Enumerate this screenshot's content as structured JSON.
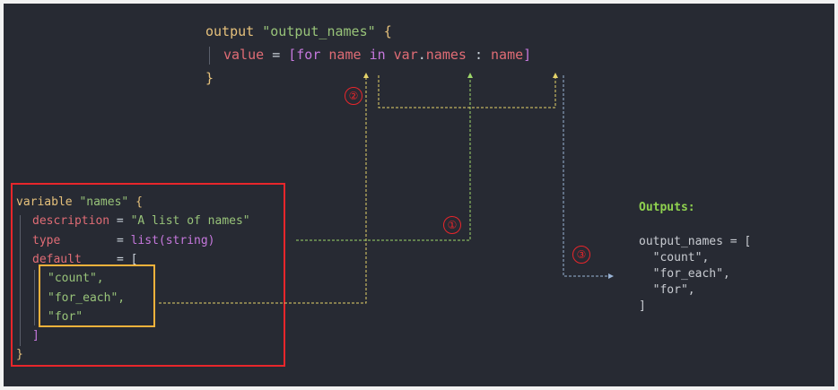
{
  "output_block": {
    "keyword": "output",
    "name": "\"output_names\"",
    "open_brace": "{",
    "value_key": "value",
    "value_eq": "=",
    "value_open": "[",
    "for_kw": "for",
    "iter_name": "name",
    "in_kw": "in",
    "var_ref": "var",
    "dot": ".",
    "var_attr": "names",
    "colon": ":",
    "result_name": "name",
    "value_close": "]",
    "close_brace": "}"
  },
  "variable_block": {
    "keyword": "variable",
    "name": "\"names\"",
    "open_brace": "{",
    "description_key": "description",
    "description_eq": "=",
    "description_value": "\"A list of names\"",
    "type_key": "type",
    "type_eq": "=",
    "type_value": "list(string)",
    "default_key": "default",
    "default_eq": "= [",
    "items": [
      "\"count\",",
      "\"for_each\",",
      "\"for\""
    ],
    "list_close": "]",
    "close_brace": "}"
  },
  "markers": {
    "one": "①",
    "two": "②",
    "three": "③"
  },
  "outputs_panel": {
    "title": "Outputs:",
    "lines": [
      "output_names = [",
      "  \"count\",",
      "  \"for_each\",",
      "  \"for\",",
      "]"
    ]
  },
  "colors": {
    "background": "#272a33",
    "highlight_box": "#e8262b",
    "items_box": "#f4b23b",
    "arrow_yellow": "#e5d36a",
    "arrow_green": "#9dd66a",
    "arrow_blue": "#9ab4d6"
  }
}
